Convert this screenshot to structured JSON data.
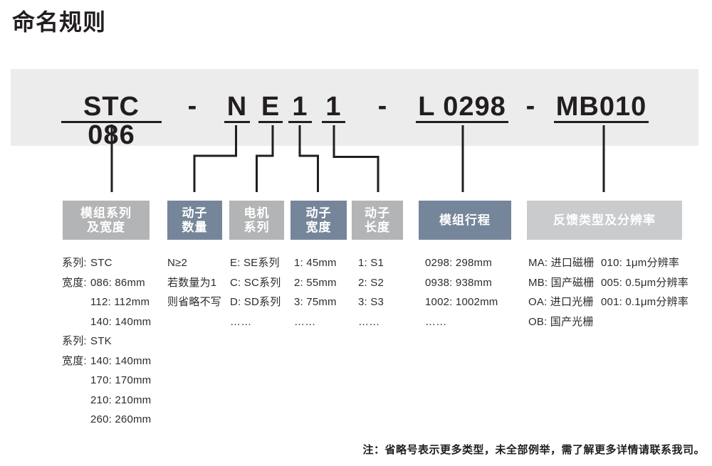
{
  "title": "命名规则",
  "code": {
    "segments": [
      "STC 086",
      "N",
      "E",
      "1",
      "1",
      "L 0298",
      "MB010"
    ],
    "dash": "-"
  },
  "boxes": [
    {
      "lines": [
        "模组系列",
        "及宽度"
      ]
    },
    {
      "lines": [
        "动子",
        "数量"
      ]
    },
    {
      "lines": [
        "电机",
        "系列"
      ]
    },
    {
      "lines": [
        "动子",
        "宽度"
      ]
    },
    {
      "lines": [
        "动子",
        "长度"
      ]
    },
    {
      "lines": [
        "模组行程"
      ]
    },
    {
      "lines": [
        "反馈类型及分辨率"
      ]
    }
  ],
  "columns": {
    "series_width": [
      {
        "label": "系列:",
        "value": "STC"
      },
      {
        "label": "宽度:",
        "value": "086: 86mm"
      },
      {
        "label": "",
        "value": "112: 112mm"
      },
      {
        "label": "",
        "value": "140: 140mm"
      },
      {
        "label": "系列:",
        "value": "STK"
      },
      {
        "label": "宽度:",
        "value": "140: 140mm"
      },
      {
        "label": "",
        "value": "170: 170mm"
      },
      {
        "label": "",
        "value": "210: 210mm"
      },
      {
        "label": "",
        "value": "260: 260mm"
      }
    ],
    "mover_count": [
      "N≥2",
      "若数量为1",
      "则省略不写"
    ],
    "motor_series": [
      "E: SE系列",
      "C: SC系列",
      "D: SD系列",
      "……"
    ],
    "mover_width": [
      "1: 45mm",
      "2: 55mm",
      "3: 75mm",
      "……"
    ],
    "mover_length": [
      "1: S1",
      "2: S2",
      "3: S3",
      "……"
    ],
    "stroke": [
      "0298: 298mm",
      "0938: 938mm",
      "1002: 1002mm",
      "……"
    ],
    "feedback": [
      {
        "left": "MA: 进口磁栅",
        "right": "010: 1μm分辨率"
      },
      {
        "left": "MB: 国产磁栅",
        "right": "005: 0.5μm分辨率"
      },
      {
        "left": "OA: 进口光栅",
        "right": "001: 0.1μm分辨率"
      },
      {
        "left": "OB: 国产光栅",
        "right": ""
      }
    ]
  },
  "note": "注：省略号表示更多类型，未全部例举，需了解更多详情请联系我司。",
  "colors": {
    "ink": "#221e1f",
    "band": "#ececed",
    "gray_box": "#b3b4b6",
    "blue_box": "#76869a",
    "light_box": "#cacbcd",
    "list": "#2e2b2c"
  }
}
